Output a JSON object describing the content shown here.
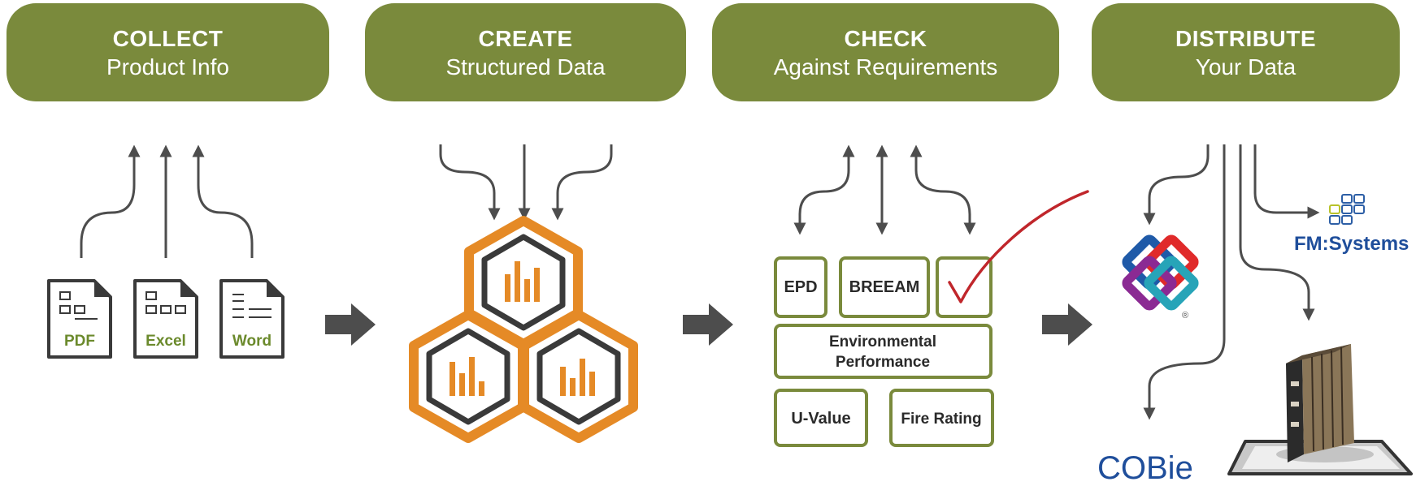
{
  "stages": [
    {
      "title": "COLLECT",
      "subtitle": "Product Info"
    },
    {
      "title": "CREATE",
      "subtitle": "Structured Data"
    },
    {
      "title": "CHECK",
      "subtitle": "Against Requirements"
    },
    {
      "title": "DISTRIBUTE",
      "subtitle": "Your Data"
    }
  ],
  "collect": {
    "files": [
      "PDF",
      "Excel",
      "Word"
    ]
  },
  "check": {
    "boxes": {
      "epd": "EPD",
      "breeam": "BREEAM",
      "env_line1": "Environmental",
      "env_line2": "Performance",
      "uvalue": "U-Value",
      "fire": "Fire Rating"
    }
  },
  "distribute": {
    "fm_systems": "FM:Systems",
    "cobie": "COBie",
    "registered": "®"
  },
  "colors": {
    "pill": "#7a8a3c",
    "file_label": "#6b8a2c",
    "box_border": "#7a8a3c",
    "hex_orange": "#e58a26",
    "arrow": "#4d4d4d",
    "check_red": "#c0262b",
    "cobie_blue": "#1f4e9b"
  }
}
